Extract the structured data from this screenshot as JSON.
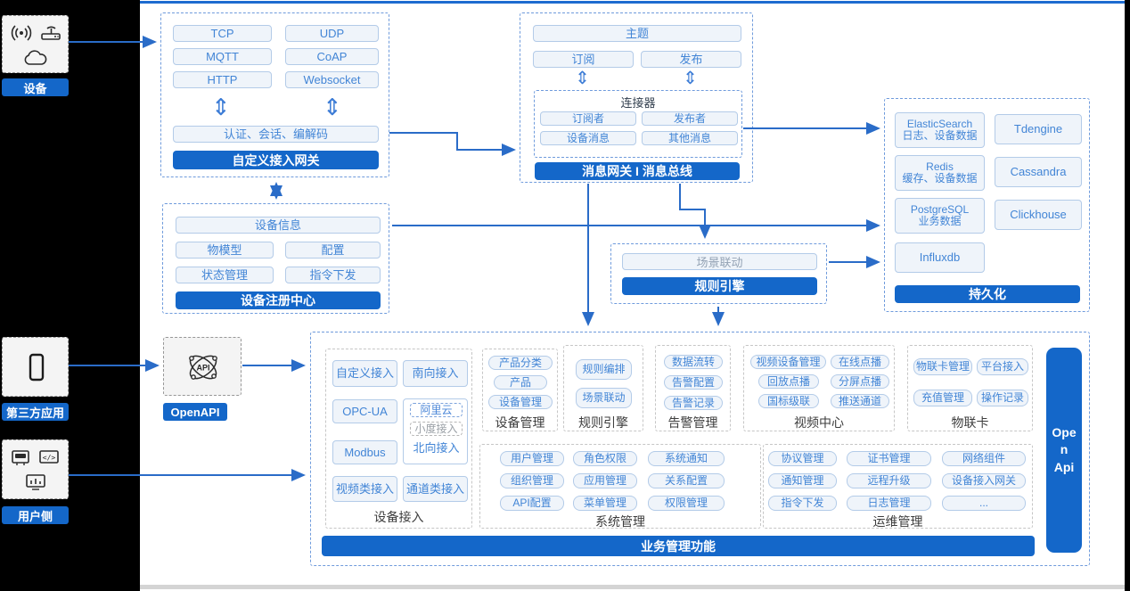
{
  "colors": {
    "accent": "#1467c9",
    "arrow": "#2a6cc8",
    "pill_text": "#4285d6"
  },
  "icons": {
    "updown_arrow": "⇕"
  },
  "rail": {
    "device_label": "设备",
    "third_party_label": "第三方应用",
    "user_label": "用户侧",
    "openapi_label": "OpenAPI"
  },
  "gateway": {
    "protocols": [
      "TCP",
      "UDP",
      "MQTT",
      "CoAP",
      "HTTP",
      "Websocket"
    ],
    "auth": "认证、会话、编解码",
    "title": "自定义接入网关"
  },
  "message_bus": {
    "topic": "主题",
    "subscribe": "订阅",
    "publish": "发布",
    "connector": {
      "title": "连接器",
      "items": [
        "订阅者",
        "发布者",
        "设备消息",
        "其他消息"
      ]
    },
    "title": "消息网关 I 消息总线"
  },
  "persistence": {
    "stores": [
      {
        "name": "ElasticSearch",
        "desc": "日志、设备数据"
      },
      {
        "name": "Tdengine",
        "desc": ""
      },
      {
        "name": "Redis",
        "desc": "缓存、设备数据"
      },
      {
        "name": "Cassandra",
        "desc": ""
      },
      {
        "name": "PostgreSQL",
        "desc": "业务数据"
      },
      {
        "name": "Clickhouse",
        "desc": ""
      },
      {
        "name": "Influxdb",
        "desc": ""
      }
    ],
    "title": "持久化"
  },
  "registry": {
    "info": "设备信息",
    "items": [
      "物模型",
      "配置",
      "状态管理",
      "指令下发"
    ],
    "title": "设备注册中心"
  },
  "rule": {
    "scene": "场景联动",
    "title": "规则引擎"
  },
  "business": {
    "device_access": {
      "title": "设备接入",
      "items": [
        "自定义接入",
        "南向接入",
        "OPC-UA",
        "Modbus",
        "视频类接入",
        "通道类接入"
      ],
      "north": {
        "aliyun": "阿里云",
        "xiaodu": "小度接入",
        "label": "北向接入"
      }
    },
    "device_mgmt": {
      "title": "设备管理",
      "items": [
        "产品分类",
        "产品",
        "设备管理"
      ]
    },
    "rule_engine": {
      "title": "规则引擎",
      "items": [
        "规则编排",
        "场景联动"
      ]
    },
    "alarm": {
      "title": "告警管理",
      "items": [
        "数据流转",
        "告警配置",
        "告警记录"
      ]
    },
    "video": {
      "title": "视频中心",
      "items": [
        "视频设备管理",
        "在线点播",
        "回放点播",
        "分屏点播",
        "国标级联",
        "推送通道"
      ]
    },
    "iot_card": {
      "title": "物联卡",
      "items": [
        "物联卡管理",
        "平台接入",
        "充值管理",
        "操作记录"
      ]
    },
    "system": {
      "title": "系统管理",
      "items": [
        "用户管理",
        "角色权限",
        "系统通知",
        "组织管理",
        "应用管理",
        "关系配置",
        "API配置",
        "菜单管理",
        "权限管理"
      ]
    },
    "ops": {
      "title": "运维管理",
      "items": [
        "协议管理",
        "证书管理",
        "网络组件",
        "通知管理",
        "远程升级",
        "设备接入网关",
        "指令下发",
        "日志管理",
        "..."
      ]
    },
    "bottom_bar": "业务管理功能",
    "open_api": "Open Api"
  }
}
